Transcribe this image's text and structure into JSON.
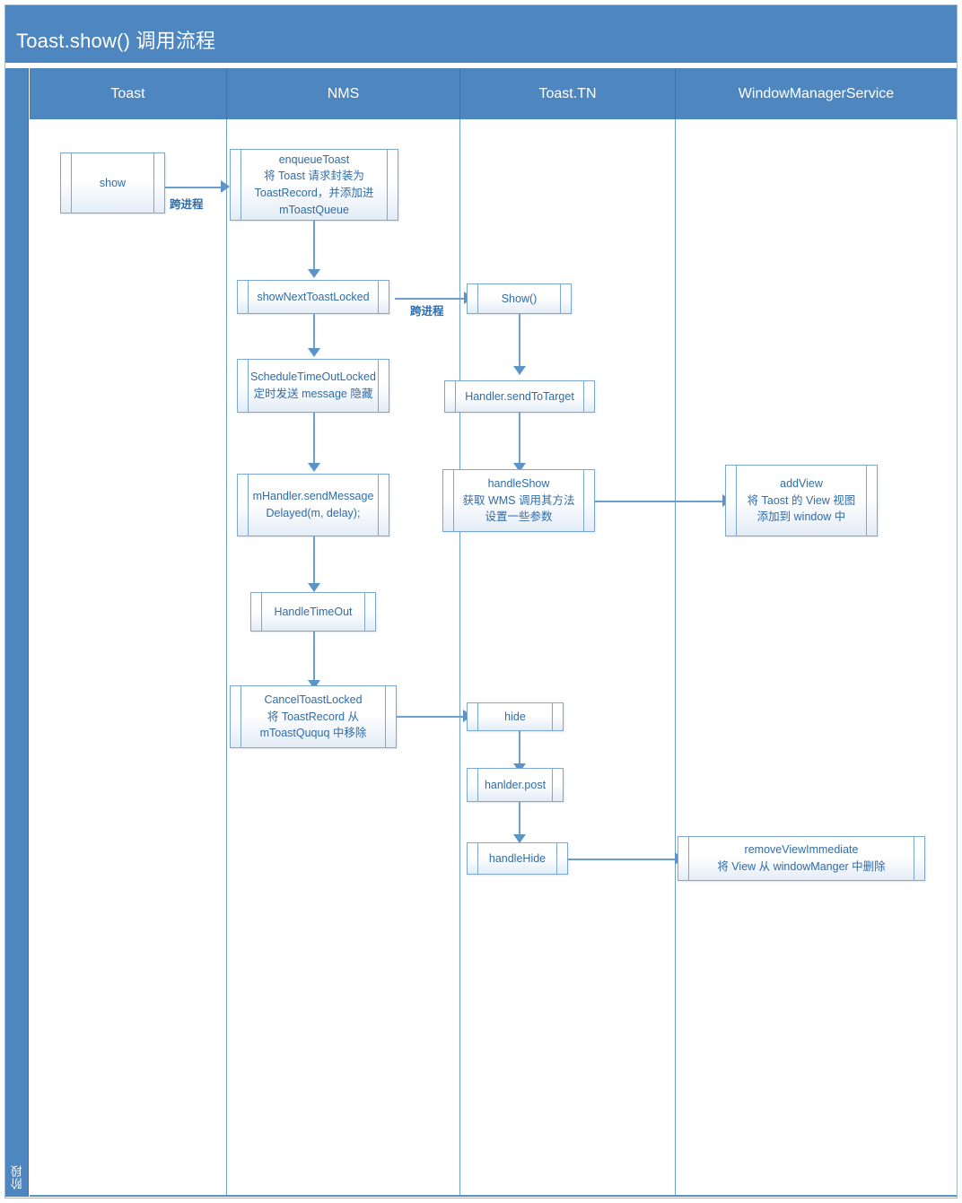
{
  "title": "Toast.show() 调用流程",
  "phase_label": "阶段",
  "colors": {
    "header_blue": "#4e86c0",
    "node_border": "#7ba7d0",
    "node_text": "#2f6ca8",
    "connector": "#6c9fd0"
  },
  "lanes": [
    {
      "id": "toast",
      "label": "Toast"
    },
    {
      "id": "nms",
      "label": "NMS"
    },
    {
      "id": "tn",
      "label": "Toast.TN"
    },
    {
      "id": "wms",
      "label": "WindowManagerService"
    }
  ],
  "nodes": [
    {
      "id": "show",
      "lane": "toast",
      "text": "show"
    },
    {
      "id": "enqueue-toast",
      "lane": "nms",
      "text": "enqueueToast\n将 Toast 请求封装为\nToastRecord，并添加进\nmToastQueue"
    },
    {
      "id": "show-next-toast-locked",
      "lane": "nms",
      "text": "showNextToastLocked"
    },
    {
      "id": "schedule-timeout-locked",
      "lane": "nms",
      "text": "ScheduleTimeOutLocked\n定时发送 message 隐藏"
    },
    {
      "id": "mhandler-send-message",
      "lane": "nms",
      "text": "mHandler.sendMessage\nDelayed(m, delay);"
    },
    {
      "id": "handle-timeout",
      "lane": "nms",
      "text": "HandleTimeOut"
    },
    {
      "id": "cancel-toast-locked",
      "lane": "nms",
      "text": "CancelToastLocked\n将 ToastRecord 从\nmToastQuquq 中移除"
    },
    {
      "id": "tn-show",
      "lane": "tn",
      "text": "Show()"
    },
    {
      "id": "handler-send-to-target",
      "lane": "tn",
      "text": "Handler.sendToTarget"
    },
    {
      "id": "handle-show",
      "lane": "tn",
      "text": "handleShow\n获取 WMS 调用其方法\n设置一些参数"
    },
    {
      "id": "hide",
      "lane": "tn",
      "text": "hide"
    },
    {
      "id": "hanlder-post",
      "lane": "tn",
      "text": "hanlder.post"
    },
    {
      "id": "handle-hide",
      "lane": "tn",
      "text": "handleHide"
    },
    {
      "id": "add-view",
      "lane": "wms",
      "text": "addView\n将 Taost 的 View 视图\n添加到 window 中"
    },
    {
      "id": "remove-view-immediate",
      "lane": "wms",
      "text": "removeViewImmediate\n将 View 从 windowManger 中删除"
    }
  ],
  "edges": [
    {
      "id": "show-to-enqueue",
      "from": "show",
      "to": "enqueue-toast",
      "label": "跨进程"
    },
    {
      "id": "enqueue-to-shownext",
      "from": "enqueue-toast",
      "to": "show-next-toast-locked",
      "label": ""
    },
    {
      "id": "shownext-to-schedule",
      "from": "show-next-toast-locked",
      "to": "schedule-timeout-locked",
      "label": ""
    },
    {
      "id": "shownext-to-tnshow",
      "from": "show-next-toast-locked",
      "to": "tn-show",
      "label": "跨进程"
    },
    {
      "id": "schedule-to-sendmessage",
      "from": "schedule-timeout-locked",
      "to": "mhandler-send-message",
      "label": ""
    },
    {
      "id": "sendmessage-to-handletimeout",
      "from": "mhandler-send-message",
      "to": "handle-timeout",
      "label": ""
    },
    {
      "id": "handletimeout-to-cancel",
      "from": "handle-timeout",
      "to": "cancel-toast-locked",
      "label": ""
    },
    {
      "id": "tnshow-to-sendtotarget",
      "from": "tn-show",
      "to": "handler-send-to-target",
      "label": ""
    },
    {
      "id": "sendtotarget-to-handleshow",
      "from": "handler-send-to-target",
      "to": "handle-show",
      "label": ""
    },
    {
      "id": "handleshow-to-addview",
      "from": "handle-show",
      "to": "add-view",
      "label": ""
    },
    {
      "id": "cancel-to-hide",
      "from": "cancel-toast-locked",
      "to": "hide",
      "label": ""
    },
    {
      "id": "hide-to-hanlderpost",
      "from": "hide",
      "to": "hanlder-post",
      "label": ""
    },
    {
      "id": "hanlderpost-to-handlehide",
      "from": "hanlder-post",
      "to": "handle-hide",
      "label": ""
    },
    {
      "id": "handlehide-to-removeview",
      "from": "handle-hide",
      "to": "remove-view-immediate",
      "label": ""
    }
  ]
}
